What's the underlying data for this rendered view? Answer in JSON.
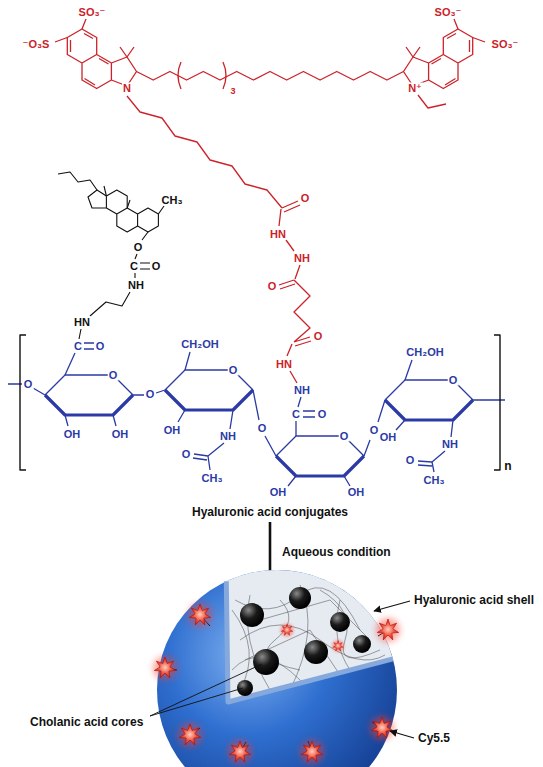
{
  "diagram": {
    "labels": [
      "SO₃⁻",
      "SO₃⁻",
      "⁻O₃S",
      "SO₃⁻",
      "N",
      "3",
      "N⁺",
      "CH₃",
      "O",
      "HN",
      "NH",
      "O",
      "O",
      "C",
      "O",
      "NH",
      "HN",
      "O",
      "C",
      "O",
      "CH₂OH",
      "CH₂OH",
      "HN",
      "O",
      "O",
      "O",
      "O",
      "NH",
      "O",
      "C",
      "O",
      "O",
      "O",
      "OH",
      "OH",
      "OH",
      "NH",
      "O",
      "OH",
      "NH",
      "O",
      "O",
      "n",
      "CH₃",
      "CH₃",
      "OH",
      "OH",
      "Hyaluronic acid conjugates",
      "Aqueous condition",
      "Hyaluronic acid shell",
      "Cholanic acid cores",
      "Cy5.5"
    ]
  }
}
